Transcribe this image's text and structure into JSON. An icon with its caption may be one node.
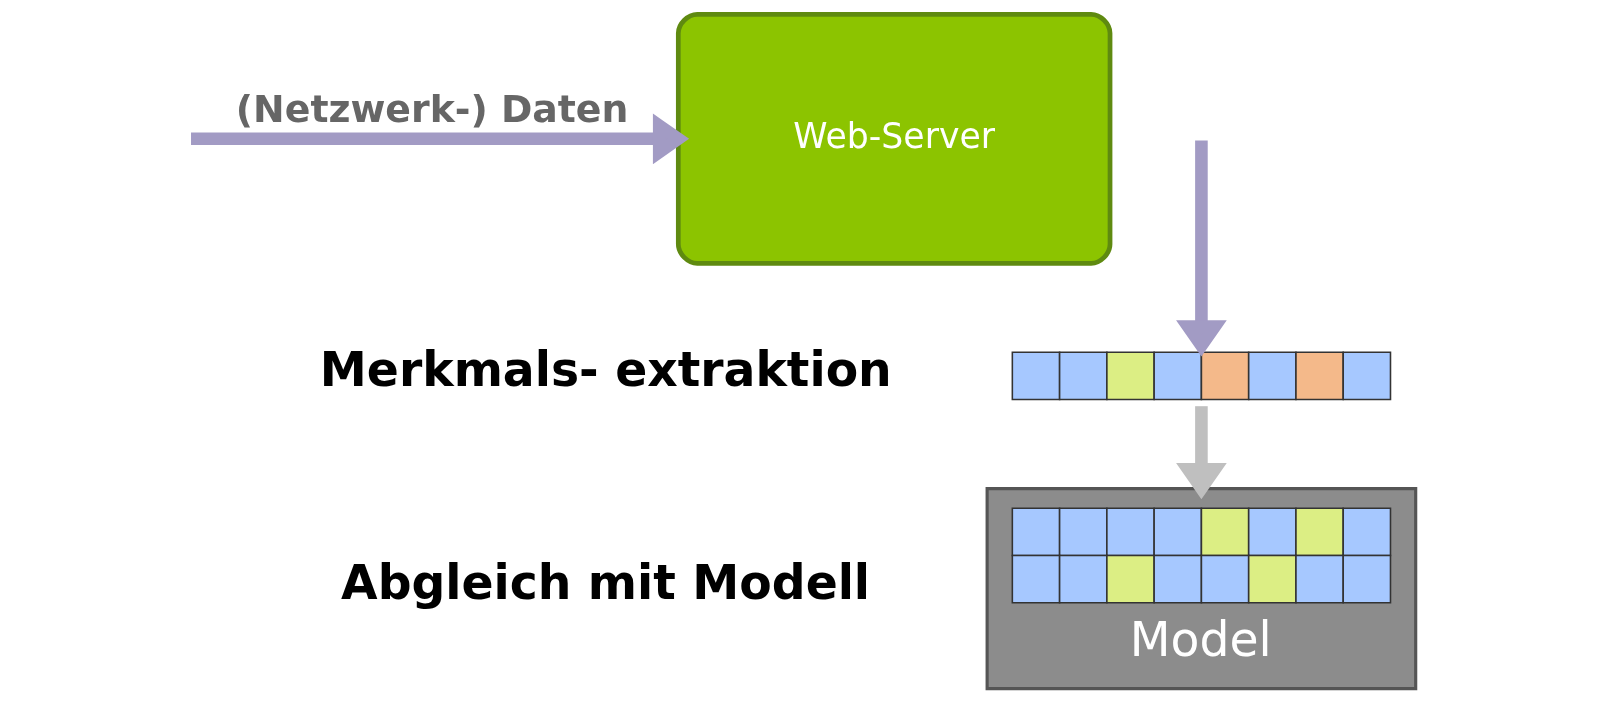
{
  "diagram": {
    "nodes": [
      {
        "text": [
          "Web-Server"
        ]
      },
      {
        "text": [],
        "shape": "bar"
      },
      {
        "text": [
          "Model"
        ]
      }
    ],
    "edges": [
      {
        "from": null,
        "to": 0,
        "arrow": "to",
        "label": "(Netzwerk-) Daten"
      },
      {
        "from": null,
        "to": 1,
        "arrow": "to"
      },
      {
        "from": 1,
        "to": 2,
        "arrow": "to",
        "color": "#bfbfbf"
      }
    ],
    "labels": [
      "Merkmals- extraktion",
      "Abgleich mit Modell"
    ]
  }
}
